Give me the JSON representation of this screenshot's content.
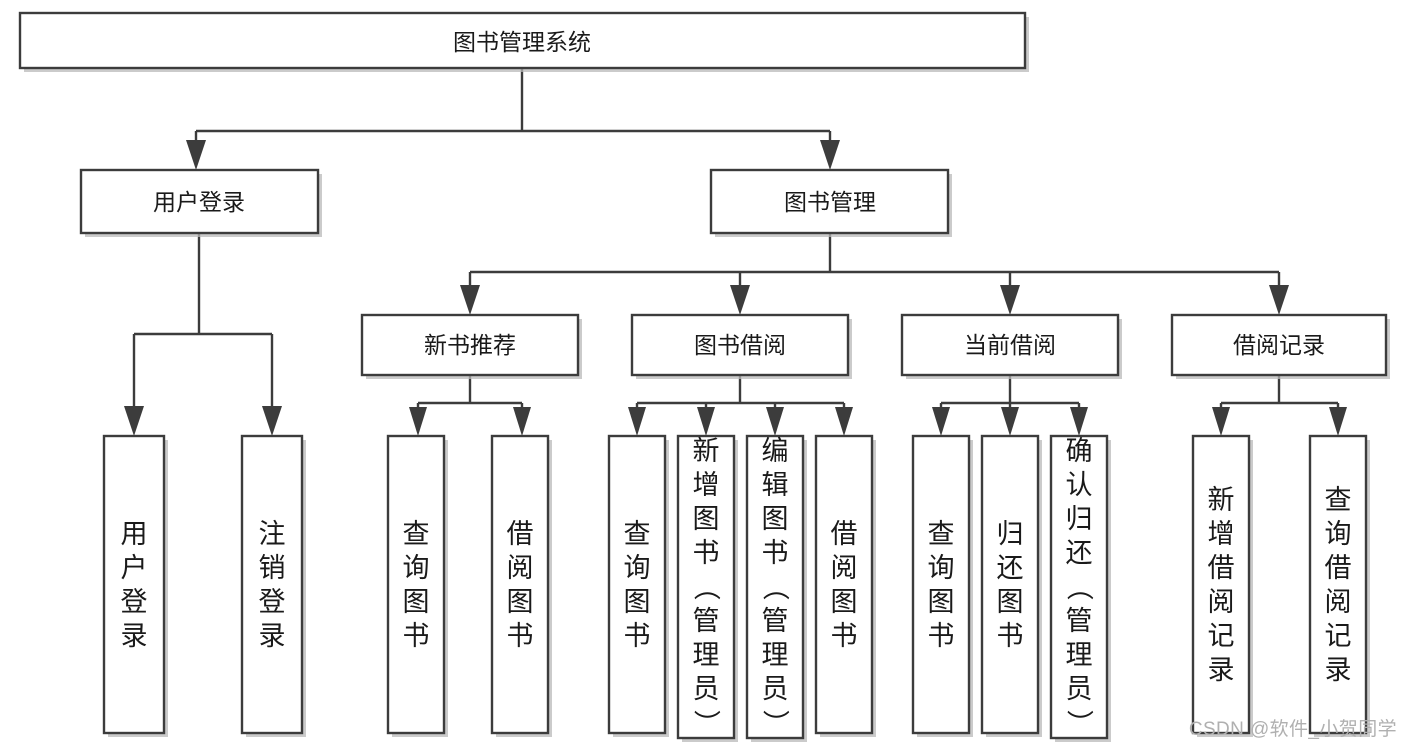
{
  "diagram": {
    "title": "图书管理系统",
    "type": "tree-hierarchy-chart",
    "root": {
      "id": "root",
      "label": "图书管理系统",
      "orientation": "horizontal"
    },
    "level2": [
      {
        "id": "user-login",
        "label": "用户登录",
        "orientation": "horizontal"
      },
      {
        "id": "book-management",
        "label": "图书管理",
        "orientation": "horizontal"
      }
    ],
    "level3": [
      {
        "id": "new-book-recommend",
        "label": "新书推荐",
        "orientation": "horizontal"
      },
      {
        "id": "book-borrow",
        "label": "图书借阅",
        "orientation": "horizontal"
      },
      {
        "id": "current-borrow",
        "label": "当前借阅",
        "orientation": "horizontal"
      },
      {
        "id": "borrow-record",
        "label": "借阅记录",
        "orientation": "horizontal"
      }
    ],
    "leaves": {
      "user-login": [
        {
          "id": "leaf-user-login",
          "label": "用户登录",
          "orientation": "vertical"
        },
        {
          "id": "leaf-logout",
          "label": "注销登录",
          "orientation": "vertical"
        }
      ],
      "new-book-recommend": [
        {
          "id": "leaf-query-book-1",
          "label": "查询图书",
          "orientation": "vertical"
        },
        {
          "id": "leaf-borrow-book-1",
          "label": "借阅图书",
          "orientation": "vertical"
        }
      ],
      "book-borrow": [
        {
          "id": "leaf-query-book-2",
          "label": "查询图书",
          "orientation": "vertical"
        },
        {
          "id": "leaf-add-book",
          "label": "新增图书（管理员）",
          "orientation": "vertical"
        },
        {
          "id": "leaf-edit-book",
          "label": "编辑图书（管理员）",
          "orientation": "vertical"
        },
        {
          "id": "leaf-borrow-book-2",
          "label": "借阅图书",
          "orientation": "vertical"
        }
      ],
      "current-borrow": [
        {
          "id": "leaf-query-book-3",
          "label": "查询图书",
          "orientation": "vertical"
        },
        {
          "id": "leaf-return-book",
          "label": "归还图书",
          "orientation": "vertical"
        },
        {
          "id": "leaf-confirm-return",
          "label": "确认归还（管理员）",
          "orientation": "vertical"
        }
      ],
      "borrow-record": [
        {
          "id": "leaf-add-record",
          "label": "新增借阅记录",
          "orientation": "vertical"
        },
        {
          "id": "leaf-query-record",
          "label": "查询借阅记录",
          "orientation": "vertical"
        }
      ]
    },
    "colors": {
      "background": "#ffffff",
      "box_fill": "#ffffff",
      "box_stroke": "#3c3c3c",
      "connector": "#3c3c3c",
      "text": "#1a1a1a",
      "watermark": "#b0b0b0"
    }
  },
  "watermark": {
    "text": "CSDN @软件_小贺同学"
  }
}
